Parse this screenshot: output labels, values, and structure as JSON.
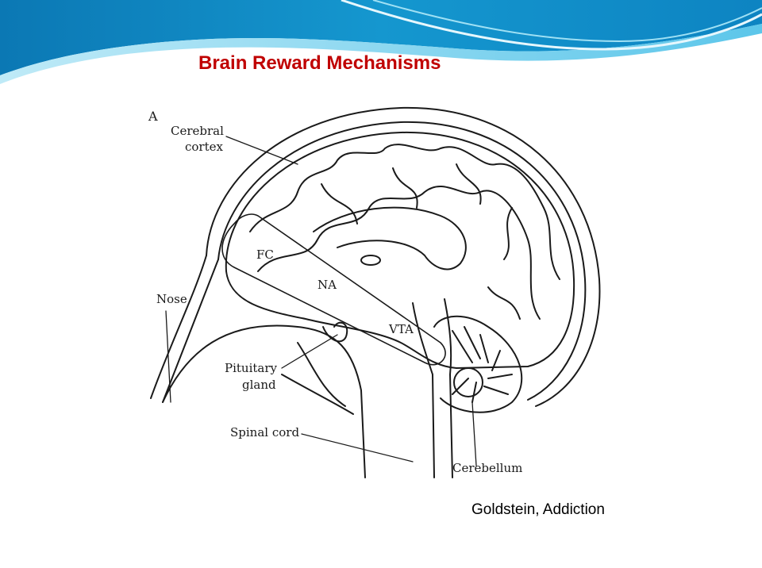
{
  "slide": {
    "title": "Brain Reward Mechanisms",
    "caption": "Goldstein, Addiction"
  },
  "figure": {
    "panel_letter": "A",
    "labels": {
      "cerebral_cortex_line1": "Cerebral",
      "cerebral_cortex_line2": "cortex",
      "fc": "FC",
      "na": "NA",
      "vta": "VTA",
      "nose": "Nose",
      "pituitary_line1": "Pituitary",
      "pituitary_line2": "gland",
      "spinal_cord": "Spinal cord",
      "cerebellum": "Cerebellum"
    }
  },
  "colors": {
    "title": "#c00000",
    "banner_dark": "#0a7fb8",
    "banner_light": "#7fd3ee",
    "ink": "#1a1a1a"
  }
}
